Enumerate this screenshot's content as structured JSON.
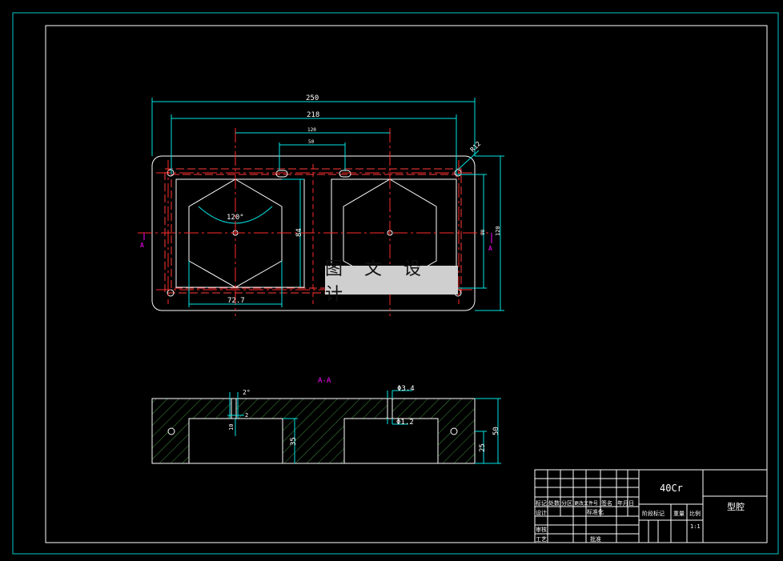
{
  "drawing": {
    "dimensions_top": {
      "overall_width": "250",
      "inner_width": "218",
      "center_distance": "120",
      "slot_width": "50",
      "corner_radius": "R12",
      "hex_height": "84",
      "right_inner_height": "98",
      "right_outer_height": "120",
      "hex_flat": "72.7",
      "angle": "120°"
    },
    "section_marks": {
      "left_arrow": "A",
      "right_arrow": "A",
      "section_title": "A-A"
    },
    "dimensions_section": {
      "angle": "2°",
      "small_dim": "2",
      "depth_dim": "10",
      "pocket_depth": "35",
      "side_height": "25",
      "total_height": "50",
      "hole_top": "Φ3.4",
      "hole_small": "Φ1.2"
    },
    "watermark": "图 文 设 计",
    "title_block": {
      "material": "40Cr",
      "part_name": "型腔",
      "rows": [
        "标记",
        "设计",
        "审核",
        "工艺"
      ],
      "header_cells": [
        "处数",
        "分区",
        "更改文件号",
        "签名",
        "年月日"
      ],
      "standard_label": "标准化",
      "stage_label": "阶段标记",
      "weight_label": "重量",
      "scale_label": "比例",
      "scale_value": "1:1",
      "approve_label": "批准"
    }
  },
  "colors": {
    "background": "#000000",
    "frame": "#ffffff",
    "outer_border": "#00c8c8",
    "dimension": "#00e5e5",
    "centerline": "#ff2a2a",
    "hidden": "#ff3b3b",
    "outline": "#ffffff",
    "section_mark": "#ff00ff",
    "hatch": "#3f8f3f"
  }
}
